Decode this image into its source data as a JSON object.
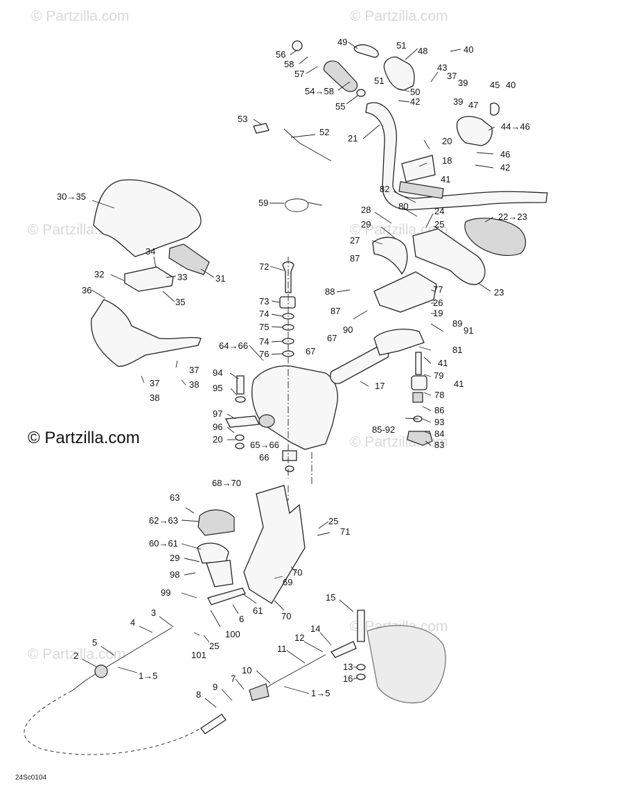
{
  "watermark": "© Partzilla.com",
  "copyright": "© Partzilla.com",
  "diagram_code": "24Sc0104",
  "callouts": [
    {
      "id": "c56",
      "text": "56"
    },
    {
      "id": "c58",
      "text": "58"
    },
    {
      "id": "c57",
      "text": "57"
    },
    {
      "id": "c49",
      "text": "49"
    },
    {
      "id": "c51a",
      "text": "51"
    },
    {
      "id": "c48",
      "text": "48"
    },
    {
      "id": "c40a",
      "text": "40"
    },
    {
      "id": "c43",
      "text": "43"
    },
    {
      "id": "c37a",
      "text": "37"
    },
    {
      "id": "c39a",
      "text": "39"
    },
    {
      "id": "c51b",
      "text": "51"
    },
    {
      "id": "c54",
      "text": "54→58"
    },
    {
      "id": "c50",
      "text": "50"
    },
    {
      "id": "c42a",
      "text": "42"
    },
    {
      "id": "c55",
      "text": "55"
    },
    {
      "id": "c45",
      "text": "45"
    },
    {
      "id": "c40b",
      "text": "40"
    },
    {
      "id": "c39b",
      "text": "39"
    },
    {
      "id": "c47",
      "text": "47"
    },
    {
      "id": "c44",
      "text": "44→46"
    },
    {
      "id": "c53",
      "text": "53"
    },
    {
      "id": "c52",
      "text": "52"
    },
    {
      "id": "c21",
      "text": "21"
    },
    {
      "id": "c20a",
      "text": "20"
    },
    {
      "id": "c18",
      "text": "18"
    },
    {
      "id": "c46",
      "text": "46"
    },
    {
      "id": "c42b",
      "text": "42"
    },
    {
      "id": "c41a",
      "text": "41"
    },
    {
      "id": "c30",
      "text": "30→35"
    },
    {
      "id": "c82",
      "text": "82"
    },
    {
      "id": "c59",
      "text": "59"
    },
    {
      "id": "c80",
      "text": "80"
    },
    {
      "id": "c28",
      "text": "28"
    },
    {
      "id": "c24",
      "text": "24"
    },
    {
      "id": "c22",
      "text": "22→23"
    },
    {
      "id": "c29a",
      "text": "29"
    },
    {
      "id": "c25a",
      "text": "25"
    },
    {
      "id": "c27",
      "text": "27"
    },
    {
      "id": "c34",
      "text": "34"
    },
    {
      "id": "c87a",
      "text": "87"
    },
    {
      "id": "c72",
      "text": "72"
    },
    {
      "id": "c32",
      "text": "32"
    },
    {
      "id": "c33",
      "text": "33"
    },
    {
      "id": "c31",
      "text": "31"
    },
    {
      "id": "c35",
      "text": "35"
    },
    {
      "id": "c88",
      "text": "88"
    },
    {
      "id": "c77",
      "text": "77"
    },
    {
      "id": "c23",
      "text": "23"
    },
    {
      "id": "c36",
      "text": "36"
    },
    {
      "id": "c73",
      "text": "73"
    },
    {
      "id": "c26",
      "text": "26"
    },
    {
      "id": "c87b",
      "text": "87"
    },
    {
      "id": "c19",
      "text": "19"
    },
    {
      "id": "c74a",
      "text": "74"
    },
    {
      "id": "c90",
      "text": "90"
    },
    {
      "id": "c75",
      "text": "75"
    },
    {
      "id": "c89",
      "text": "89"
    },
    {
      "id": "c91",
      "text": "91"
    },
    {
      "id": "c67a",
      "text": "67"
    },
    {
      "id": "c74b",
      "text": "74"
    },
    {
      "id": "c81",
      "text": "81"
    },
    {
      "id": "c64",
      "text": "64→66"
    },
    {
      "id": "c67b",
      "text": "67"
    },
    {
      "id": "c76",
      "text": "76"
    },
    {
      "id": "c41b",
      "text": "41"
    },
    {
      "id": "c37b",
      "text": "37"
    },
    {
      "id": "c94",
      "text": "94"
    },
    {
      "id": "c79",
      "text": "79"
    },
    {
      "id": "c17",
      "text": "17"
    },
    {
      "id": "c37c",
      "text": "37"
    },
    {
      "id": "c38a",
      "text": "38"
    },
    {
      "id": "c41c",
      "text": "41"
    },
    {
      "id": "c95",
      "text": "95"
    },
    {
      "id": "c78",
      "text": "78"
    },
    {
      "id": "c38b",
      "text": "38"
    },
    {
      "id": "c86",
      "text": "86"
    },
    {
      "id": "c97",
      "text": "97"
    },
    {
      "id": "c93",
      "text": "93"
    },
    {
      "id": "c96",
      "text": "96"
    },
    {
      "id": "c85",
      "text": "85-92"
    },
    {
      "id": "c84",
      "text": "84"
    },
    {
      "id": "c20b",
      "text": "20"
    },
    {
      "id": "c65",
      "text": "65→66"
    },
    {
      "id": "c83",
      "text": "83"
    },
    {
      "id": "c66",
      "text": "66"
    },
    {
      "id": "c68",
      "text": "68→70"
    },
    {
      "id": "c63",
      "text": "63"
    },
    {
      "id": "c62",
      "text": "62→63"
    },
    {
      "id": "c25b",
      "text": "25"
    },
    {
      "id": "c71",
      "text": "71"
    },
    {
      "id": "c60",
      "text": "60→61"
    },
    {
      "id": "c29b",
      "text": "29"
    },
    {
      "id": "c70a",
      "text": "70"
    },
    {
      "id": "c98",
      "text": "98"
    },
    {
      "id": "c69",
      "text": "69"
    },
    {
      "id": "c99",
      "text": "99"
    },
    {
      "id": "c61",
      "text": "61"
    },
    {
      "id": "c6",
      "text": "6"
    },
    {
      "id": "c70b",
      "text": "70"
    },
    {
      "id": "c15",
      "text": "15"
    },
    {
      "id": "c3",
      "text": "3"
    },
    {
      "id": "c4",
      "text": "4"
    },
    {
      "id": "c100",
      "text": "100"
    },
    {
      "id": "c14",
      "text": "14"
    },
    {
      "id": "c12",
      "text": "12"
    },
    {
      "id": "c101",
      "text": "101"
    },
    {
      "id": "c25c",
      "text": "25"
    },
    {
      "id": "c5a",
      "text": "5"
    },
    {
      "id": "c11",
      "text": "11"
    },
    {
      "id": "c2",
      "text": "2"
    },
    {
      "id": "c13",
      "text": "13"
    },
    {
      "id": "c1a",
      "text": "1→5"
    },
    {
      "id": "c10",
      "text": "10"
    },
    {
      "id": "c16",
      "text": "16"
    },
    {
      "id": "c7",
      "text": "7"
    },
    {
      "id": "c1b",
      "text": "1→5"
    },
    {
      "id": "c8",
      "text": "8"
    },
    {
      "id": "c9",
      "text": "9"
    }
  ]
}
